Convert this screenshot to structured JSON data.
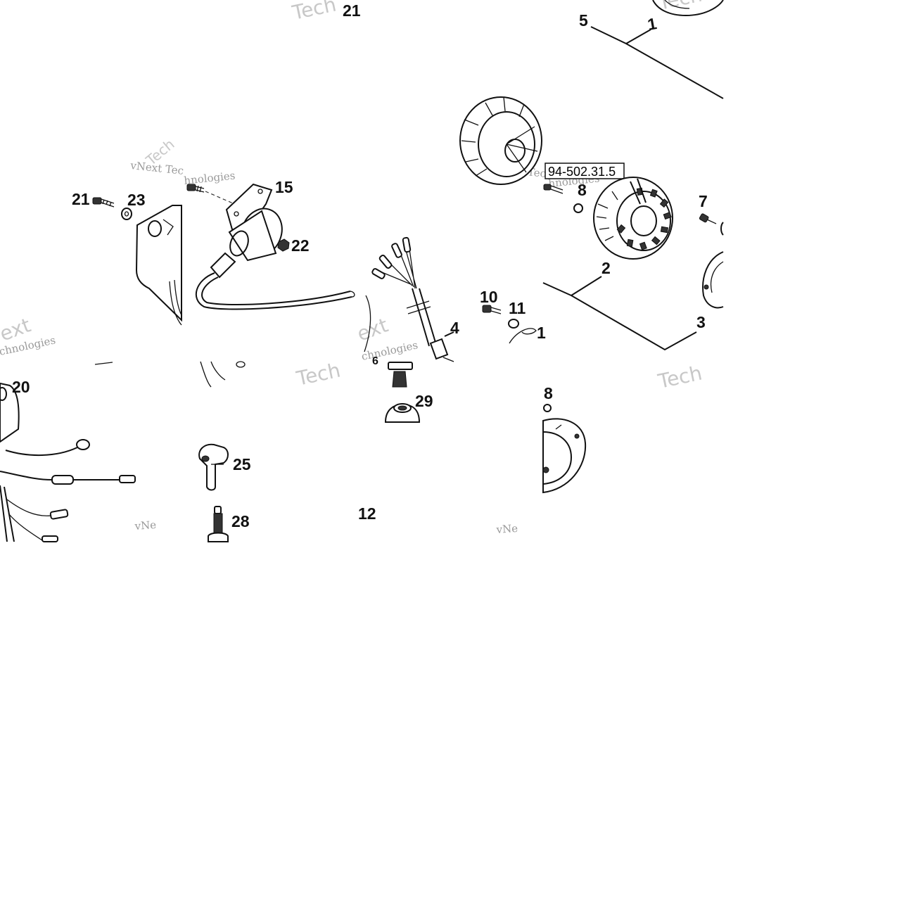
{
  "diagram": {
    "reference_code": "94-502.31.5",
    "callouts": [
      {
        "id": "c21-top",
        "label": "21"
      },
      {
        "id": "c5",
        "label": "5"
      },
      {
        "id": "c1",
        "label": "1"
      },
      {
        "id": "c21",
        "label": "21"
      },
      {
        "id": "c23",
        "label": "23"
      },
      {
        "id": "c15",
        "label": "15"
      },
      {
        "id": "c22",
        "label": "22"
      },
      {
        "id": "c8-top",
        "label": "8"
      },
      {
        "id": "c7",
        "label": "7"
      },
      {
        "id": "c2",
        "label": "2"
      },
      {
        "id": "c3",
        "label": "3"
      },
      {
        "id": "c10",
        "label": "10"
      },
      {
        "id": "c11",
        "label": "11"
      },
      {
        "id": "c1-partial",
        "label": "1"
      },
      {
        "id": "c4",
        "label": "4"
      },
      {
        "id": "c6",
        "label": "6"
      },
      {
        "id": "c20",
        "label": "20"
      },
      {
        "id": "c29",
        "label": "29"
      },
      {
        "id": "c8-bottom",
        "label": "8"
      },
      {
        "id": "c25",
        "label": "25"
      },
      {
        "id": "c28",
        "label": "28"
      },
      {
        "id": "c12",
        "label": "12"
      }
    ],
    "watermarks": [
      {
        "id": "wm1",
        "text": "vNext Tec"
      },
      {
        "id": "wm2",
        "text": "hnologies"
      },
      {
        "id": "wm3",
        "text": "vNext Tec"
      },
      {
        "id": "wm4",
        "text": "hnologies"
      },
      {
        "id": "wm5",
        "text": "ext"
      },
      {
        "id": "wm6",
        "text": "chnologies"
      },
      {
        "id": "wm7",
        "text": "chnologies"
      },
      {
        "id": "wm8",
        "text": "vNe"
      },
      {
        "id": "wm9",
        "text": "vNe"
      },
      {
        "id": "wm10",
        "text": "Tech"
      },
      {
        "id": "wm11",
        "text": "Tech"
      },
      {
        "id": "wm12",
        "text": "Tech"
      },
      {
        "id": "wm13",
        "text": "Tech"
      },
      {
        "id": "wm14",
        "text": "ext"
      },
      {
        "id": "wm15",
        "text": "Tech"
      }
    ]
  }
}
